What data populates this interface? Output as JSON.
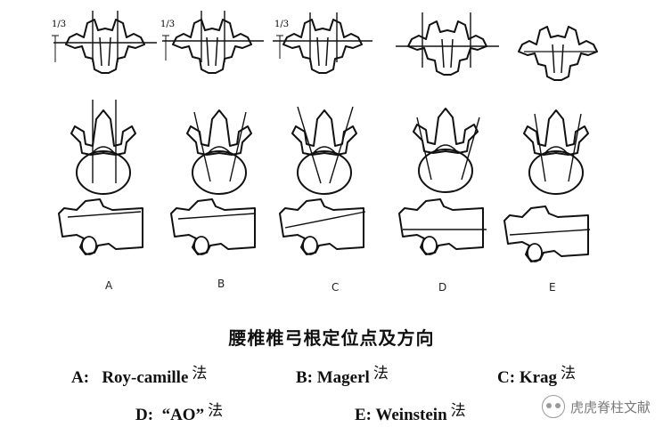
{
  "figure": {
    "fraction_label": "1/3",
    "columns": [
      "A",
      "B",
      "C",
      "D",
      "E"
    ]
  },
  "caption": {
    "title": "腰椎椎弓根定位点及方向",
    "legend": [
      {
        "key": "A:",
        "name": "Roy-camille",
        "suffix": "法"
      },
      {
        "key": "B:",
        "name": "Magerl",
        "suffix": "法"
      },
      {
        "key": "C:",
        "name": "Krag",
        "suffix": "法"
      },
      {
        "key": "D:",
        "name": "“AO”",
        "suffix": "法"
      },
      {
        "key": "E:",
        "name": "Weinstein",
        "suffix": "法"
      }
    ]
  },
  "watermark": {
    "text": "虎虎脊柱文献",
    "icon": "wechat-icon"
  }
}
